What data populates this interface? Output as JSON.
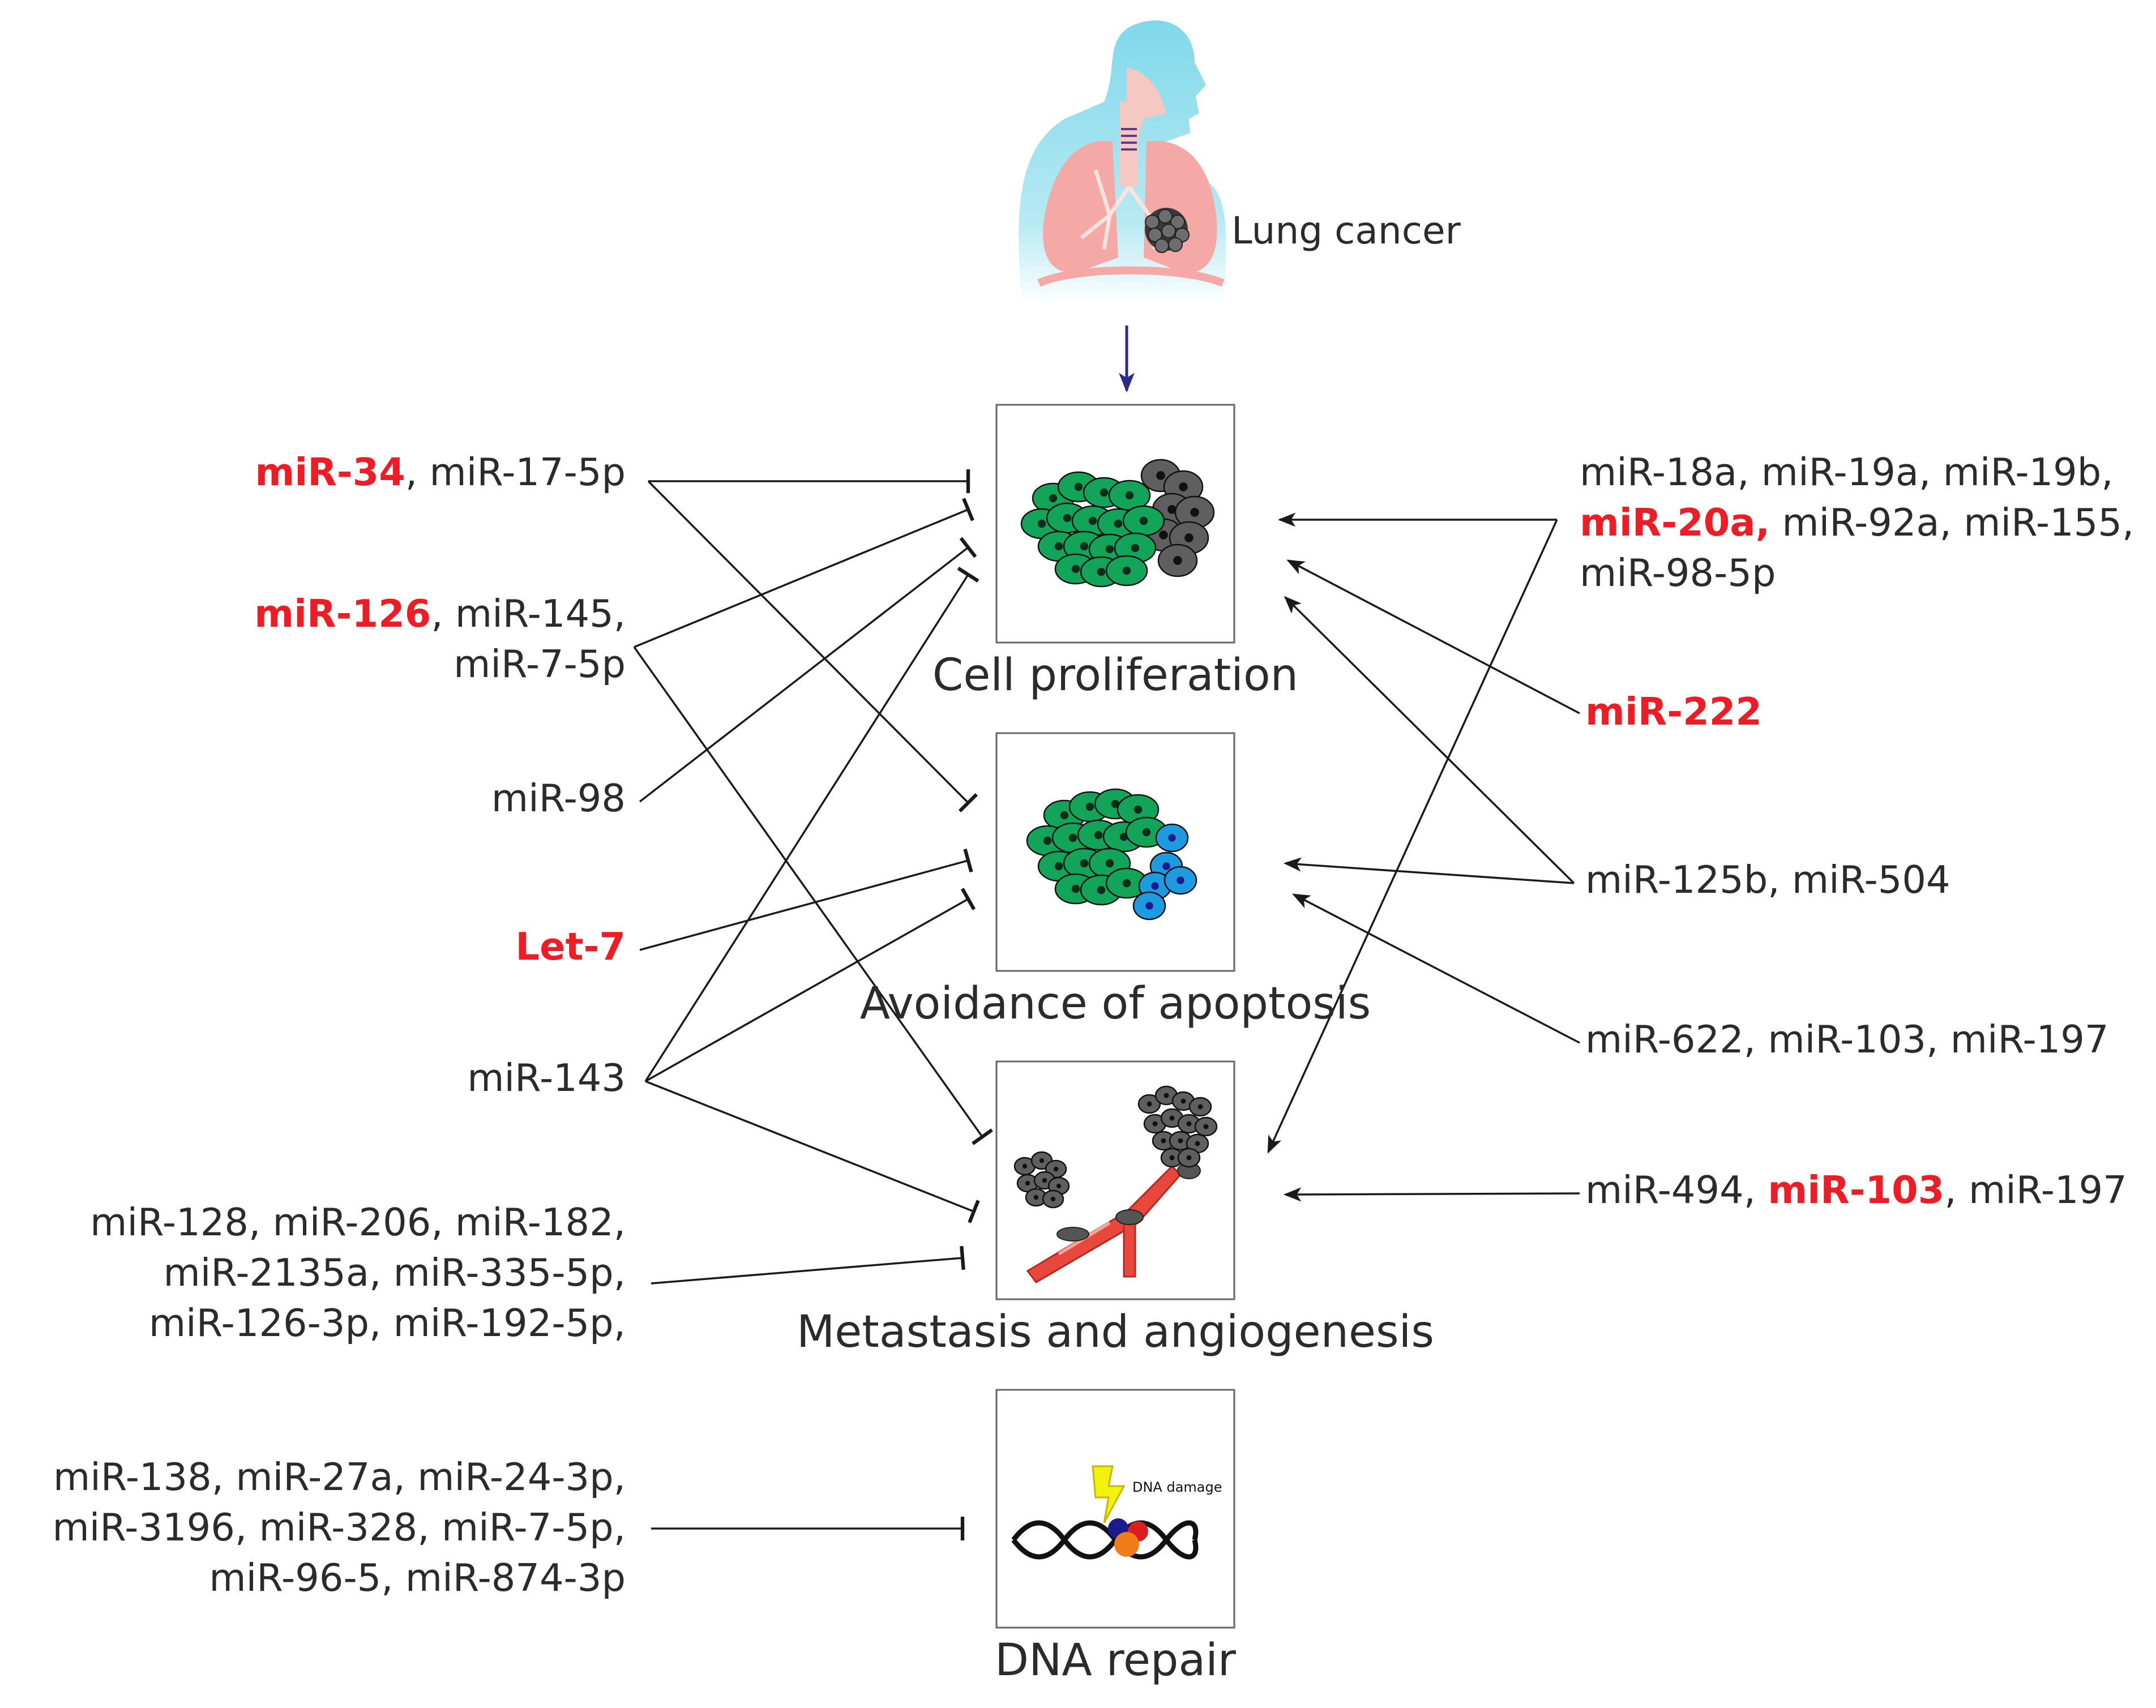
{
  "figure": {
    "organ_label": "Lung cancer"
  },
  "boxes": [
    {
      "id": "proliferation",
      "caption": "Cell proliferation"
    },
    {
      "id": "apoptosis",
      "caption": "Avoidance of apoptosis"
    },
    {
      "id": "metastasis",
      "caption": "Metastasis and angiogenesis"
    },
    {
      "id": "dna",
      "caption": "DNA repair",
      "inner_label": "DNA damage"
    }
  ],
  "left_groups": [
    {
      "id": "g-mir34",
      "lines": [
        [
          {
            "t": "miR-34",
            "hl": true
          },
          {
            "t": ", miR-17-5p",
            "hl": false
          }
        ]
      ]
    },
    {
      "id": "g-mir126",
      "lines": [
        [
          {
            "t": "miR-126",
            "hl": true
          },
          {
            "t": ", miR-145,",
            "hl": false
          }
        ],
        [
          {
            "t": "miR-7-5p",
            "hl": false
          }
        ]
      ]
    },
    {
      "id": "g-mir98",
      "lines": [
        [
          {
            "t": "miR-98",
            "hl": false
          }
        ]
      ]
    },
    {
      "id": "g-let7",
      "lines": [
        [
          {
            "t": "Let-7",
            "hl": true
          }
        ]
      ]
    },
    {
      "id": "g-mir143",
      "lines": [
        [
          {
            "t": "miR-143",
            "hl": false
          }
        ]
      ]
    },
    {
      "id": "g-mir128",
      "lines": [
        [
          {
            "t": "miR-128, miR-206, miR-182,",
            "hl": false
          }
        ],
        [
          {
            "t": "miR-2135a, miR-335-5p,",
            "hl": false
          }
        ],
        [
          {
            "t": "miR-126-3p, miR-192-5p,",
            "hl": false
          }
        ]
      ]
    },
    {
      "id": "g-mir138",
      "lines": [
        [
          {
            "t": "miR-138, miR-27a, miR-24-3p,",
            "hl": false
          }
        ],
        [
          {
            "t": "miR-3196, miR-328, miR-7-5p,",
            "hl": false
          }
        ],
        [
          {
            "t": "miR-96-5, miR-874-3p",
            "hl": false
          }
        ]
      ]
    }
  ],
  "right_groups": [
    {
      "id": "g-mir18a",
      "lines": [
        [
          {
            "t": "miR-18a, miR-19a, miR-19b,",
            "hl": false
          }
        ],
        [
          {
            "t": "miR-20a,",
            "hl": true
          },
          {
            "t": " miR-92a, miR-155,",
            "hl": false
          }
        ],
        [
          {
            "t": "miR-98-5p",
            "hl": false
          }
        ]
      ]
    },
    {
      "id": "g-mir222",
      "lines": [
        [
          {
            "t": "miR-222",
            "hl": true
          }
        ]
      ]
    },
    {
      "id": "g-mir125b",
      "lines": [
        [
          {
            "t": "miR-125b, miR-504",
            "hl": false
          }
        ]
      ]
    },
    {
      "id": "g-mir622",
      "lines": [
        [
          {
            "t": "miR-622, miR-103, miR-197",
            "hl": false
          }
        ]
      ]
    },
    {
      "id": "g-mir494",
      "lines": [
        [
          {
            "t": "miR-494, ",
            "hl": false
          },
          {
            "t": "miR-103",
            "hl": true
          },
          {
            "t": ", miR-197",
            "hl": false
          }
        ]
      ]
    }
  ],
  "colors": {
    "highlight": "#ee1c25",
    "text": "#2b2b2b",
    "connector": "#1a1a1a",
    "main_arrow": "#2e2a8c",
    "cell_green": "#12a55a",
    "cell_grey": "#5f5f5f",
    "cell_blue": "#1e9ae0",
    "vessel_red": "#e8483b",
    "body_cyan": "#7fd8ea",
    "lung_pink": "#f4a9a6"
  }
}
